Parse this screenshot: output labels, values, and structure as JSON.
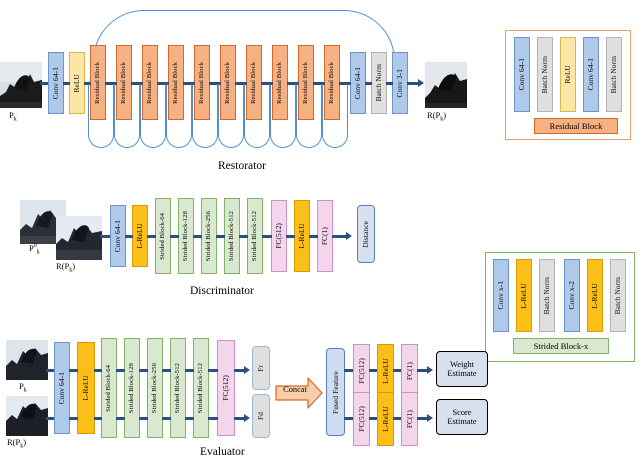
{
  "figure": {
    "title": "Restorator / Discriminator / Evaluator network architecture"
  },
  "restorator": {
    "caption": "Restorator",
    "input_label": "P",
    "input_label_sub": "k",
    "output_label": "R(P",
    "output_label_sub": "k",
    "output_label_end": ")",
    "blocks": [
      {
        "name": "conv-64-1",
        "label": "Conv 64-1",
        "type": "conv"
      },
      {
        "name": "relu",
        "label": "ReLU",
        "type": "relu"
      },
      {
        "name": "residual-block-1",
        "label": "Residual Block",
        "type": "res"
      },
      {
        "name": "residual-block-2",
        "label": "Residual Block",
        "type": "res"
      },
      {
        "name": "residual-block-3",
        "label": "Residual Block",
        "type": "res"
      },
      {
        "name": "residual-block-4",
        "label": "Residual Block",
        "type": "res"
      },
      {
        "name": "residual-block-5",
        "label": "Residual Block",
        "type": "res"
      },
      {
        "name": "residual-block-6",
        "label": "Residual Block",
        "type": "res"
      },
      {
        "name": "residual-block-7",
        "label": "Residual Block",
        "type": "res"
      },
      {
        "name": "residual-block-8",
        "label": "Residual Block",
        "type": "res"
      },
      {
        "name": "residual-block-9",
        "label": "Residual Block",
        "type": "res"
      },
      {
        "name": "residual-block-10",
        "label": "Residual Block",
        "type": "res"
      },
      {
        "name": "conv-64-1-out",
        "label": "Conv 64-1",
        "type": "conv"
      },
      {
        "name": "batch-norm",
        "label": "Batch Norm",
        "type": "bn"
      },
      {
        "name": "conv-3-1",
        "label": "Conv 3-1",
        "type": "conv"
      }
    ]
  },
  "residual_legend": {
    "caption": "Residual Block",
    "blocks": [
      {
        "name": "conv-64-1-a",
        "label": "Conv 64-1",
        "type": "conv"
      },
      {
        "name": "batch-norm-a",
        "label": "Batch Norm",
        "type": "bn"
      },
      {
        "name": "relu",
        "label": "ReLU",
        "type": "relu"
      },
      {
        "name": "conv-64-1-b",
        "label": "Conv 64-1",
        "type": "conv"
      },
      {
        "name": "batch-norm-b",
        "label": "Batch Norm",
        "type": "bn"
      }
    ]
  },
  "discriminator": {
    "caption": "Discriminator",
    "input_top_label": "P",
    "input_top_sup": "0",
    "input_top_sub": "k",
    "input_bottom_label": "R(P",
    "input_bottom_sub": "k",
    "input_bottom_end": ")",
    "output_label": "Distance",
    "blocks": [
      {
        "name": "conv-64-1",
        "label": "Conv 64-1",
        "type": "conv"
      },
      {
        "name": "l-relu",
        "label": "L-ReLU",
        "type": "lrelu"
      },
      {
        "name": "strided-block-64",
        "label": "Strided Block-64",
        "type": "str"
      },
      {
        "name": "strided-block-128",
        "label": "Strided Block-128",
        "type": "str"
      },
      {
        "name": "strided-block-256",
        "label": "Strided Block-256",
        "type": "str"
      },
      {
        "name": "strided-block-512-a",
        "label": "Strided Block-512",
        "type": "str"
      },
      {
        "name": "strided-block-512-b",
        "label": "Strided Block-512",
        "type": "str"
      },
      {
        "name": "fc-512",
        "label": "FC(512)",
        "type": "fc"
      },
      {
        "name": "l-relu-2",
        "label": "L-ReLU",
        "type": "lrelu"
      },
      {
        "name": "fc-1",
        "label": "FC(1)",
        "type": "fc"
      }
    ]
  },
  "strided_legend": {
    "caption": "Strided Block-x",
    "blocks": [
      {
        "name": "conv-x-1",
        "label": "Conv x-1",
        "type": "conv"
      },
      {
        "name": "l-relu-a",
        "label": "L-ReLU",
        "type": "lrelu"
      },
      {
        "name": "batch-norm-a",
        "label": "Batch Norm",
        "type": "bn"
      },
      {
        "name": "conv-x-2",
        "label": "Conv x-2",
        "type": "conv"
      },
      {
        "name": "l-relu-b",
        "label": "L-ReLU",
        "type": "lrelu"
      },
      {
        "name": "batch-norm-b",
        "label": "Batch Norm",
        "type": "bn"
      }
    ]
  },
  "evaluator": {
    "caption": "Evaluator",
    "input_top_label": "P",
    "input_top_sub": "k",
    "input_bottom_label": "R(P",
    "input_bottom_sub": "k",
    "input_bottom_end": ")",
    "shared_blocks": [
      {
        "name": "conv-64-1",
        "label": "Conv 64-1",
        "type": "conv"
      },
      {
        "name": "l-relu",
        "label": "L-ReLU",
        "type": "lrelu"
      },
      {
        "name": "strided-block-64",
        "label": "Strided Block-64",
        "type": "str"
      },
      {
        "name": "strided-block-128",
        "label": "Strided Block-128",
        "type": "str"
      },
      {
        "name": "strided-block-256",
        "label": "Strided Block-256",
        "type": "str"
      },
      {
        "name": "strided-block-512-a",
        "label": "Strided Block-512",
        "type": "str"
      },
      {
        "name": "strided-block-512-b",
        "label": "Strided Block-512",
        "type": "str"
      },
      {
        "name": "fc-512",
        "label": "FC(512)",
        "type": "fc"
      }
    ],
    "feature_top": "Fr",
    "feature_bottom": "Fd",
    "concat_label": "Concat",
    "fused_label": "Fused Feature",
    "head_top": [
      {
        "name": "fc-512-top",
        "label": "FC(512)",
        "type": "fc"
      },
      {
        "name": "l-relu-top",
        "label": "L-ReLU",
        "type": "lrelu"
      },
      {
        "name": "fc-1-top",
        "label": "FC(1)",
        "type": "fc"
      }
    ],
    "head_bottom": [
      {
        "name": "fc-512-bottom",
        "label": "FC(512)",
        "type": "fc"
      },
      {
        "name": "l-relu-bottom",
        "label": "L-ReLU",
        "type": "lrelu"
      },
      {
        "name": "fc-1-bottom",
        "label": "FC(1)",
        "type": "fc"
      }
    ],
    "output_top": "Weight Estimate",
    "output_bottom": "Score Estimate"
  },
  "colors": {
    "conv": "#AFC9EA",
    "relu": "#FBE6A6",
    "lrelu": "#FBBF17",
    "residual": "#F6B183",
    "batchnorm": "#DFDFDF",
    "strided": "#D8E9D0",
    "fc": "#F3D6EC",
    "wire": "#2E4E7E",
    "skip": "#4F90D4",
    "concat": "#F6B183"
  }
}
